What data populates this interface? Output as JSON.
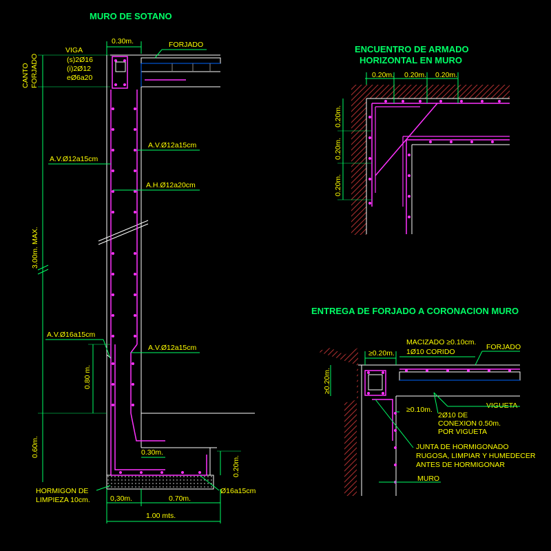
{
  "titles": {
    "main": "MURO DE SOTANO",
    "encuentro_1": "ENCUENTRO DE ARMADO",
    "encuentro_2": "HORIZONTAL EN MURO",
    "entrega": "ENTREGA DE FORJADO A CORONACION MURO"
  },
  "muro": {
    "top_width": "0.30m.",
    "forjado": "FORJADO",
    "viga": "VIGA",
    "viga_s": "(s)2Ø16",
    "viga_i": "(i)2Ø12",
    "viga_e": "eØ6a20",
    "canto": "CANTO",
    "forjado_v": "FORJADO",
    "height_max": "3.00m. MAX.",
    "av_outer_top": "A.V.Ø12a15cm",
    "av_inner_top": "A.V.Ø12a15cm",
    "ah": "A.H.Ø12a20cm",
    "av_outer_bottom": "A.V.Ø16a15cm",
    "av_inner_bottom": "A.V.Ø12a15cm",
    "lap": "0.80 m.",
    "footing_height": "0.60m.",
    "heel": "0.30m.",
    "toe_height": "0.20m.",
    "footing_bar": "Ø16a15cm",
    "hormigon_1": "HORMIGON DE",
    "hormigon_2": "LIMPIEZA 10cm.",
    "dim_030": "0,30m.",
    "dim_070": "0.70m.",
    "dim_100": "1.00 mts."
  },
  "encuentro": {
    "h1": "0.20m.",
    "h2": "0.20m.",
    "h3": "0.20m.",
    "v1": "0.20m.",
    "v2": "0.20m.",
    "v3": "0.20m."
  },
  "entrega": {
    "dim_top": "≥0.20m.",
    "macizado": "MACIZADO ≥0.10cm.",
    "corrido": "1Ø10 CORIDO",
    "forjado": "FORJADO",
    "dim_side": "≥0.20m.",
    "vigueta": "VIGUETA",
    "dim_010": "≥0.10m.",
    "conexion_1": "2Ø10 DE",
    "conexion_2": "CONEXION 0.50m.",
    "conexion_3": "POR VIGUETA",
    "junta_1": "JUNTA DE HORMIGONADO",
    "junta_2": "RUGOSA, LIMPIAR Y HUMEDECER",
    "junta_3": "ANTES DE HORMIGONAR",
    "muro": "MURO"
  },
  "colors": {
    "rebar": "#ff33ff",
    "concrete": "#ffffff",
    "dimension": "#00ff66",
    "label": "#ffff00",
    "hatch": "#b03030",
    "annotation": "#00ffff"
  }
}
